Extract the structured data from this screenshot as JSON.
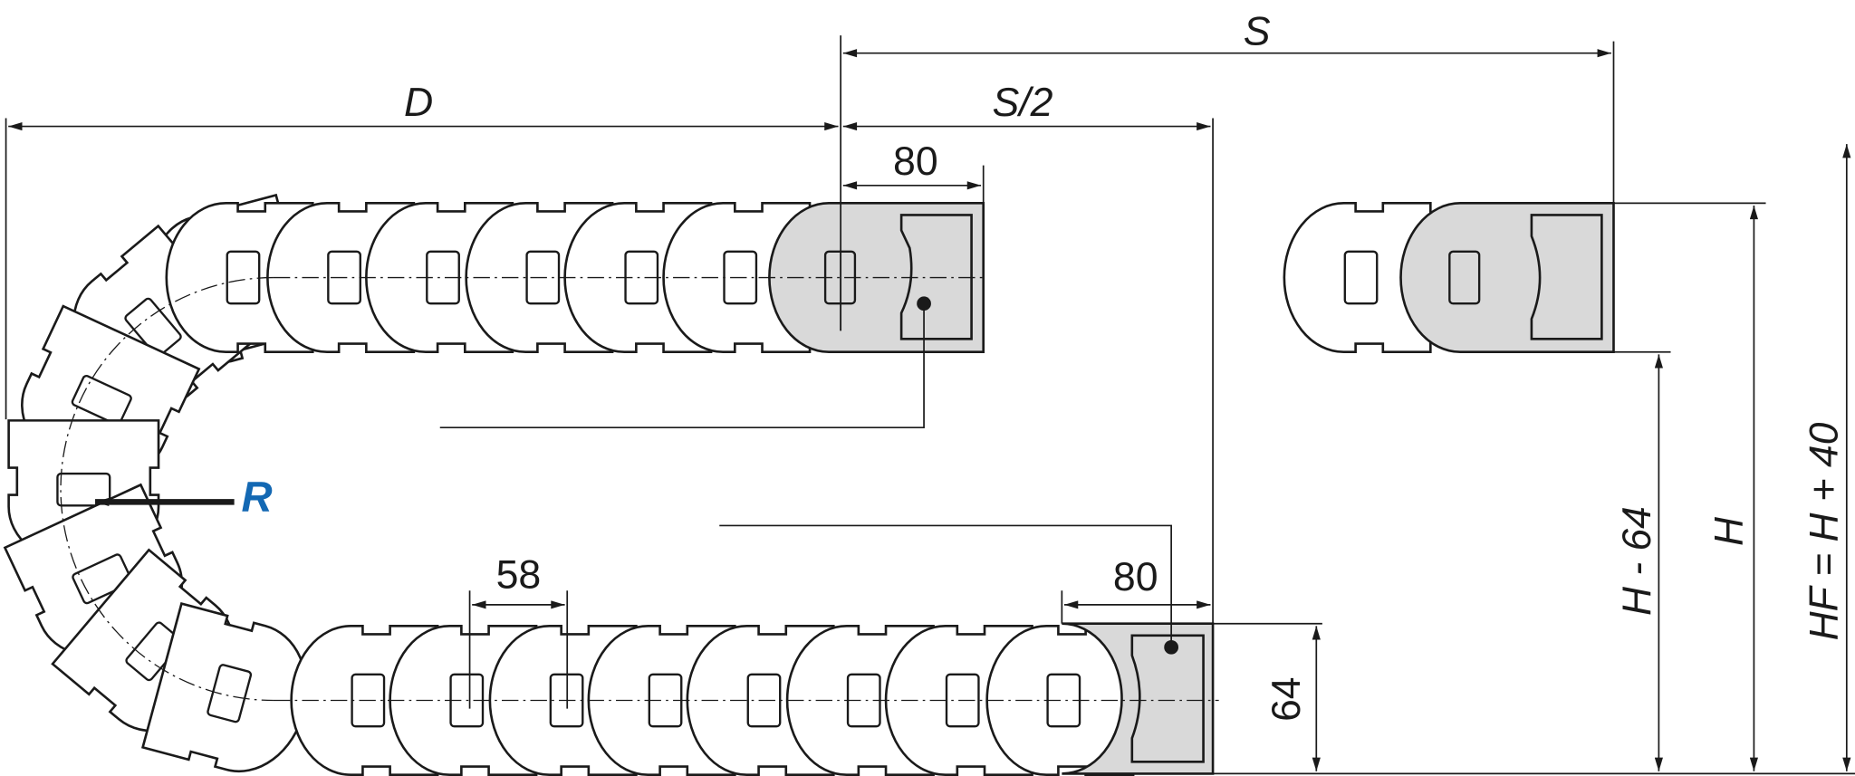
{
  "labels": {
    "S": "S",
    "D": "D",
    "S_half": "S/2",
    "bracket_top": "80",
    "bracket_bottom": "80",
    "pitch": "58",
    "height_64": "64",
    "H_minus_64": "H - 64",
    "H": "H",
    "HF": "HF = H + 40",
    "R": "R"
  },
  "colors": {
    "line": "#1a1a1a",
    "bracket_fill": "#d9d9d9",
    "radius_label": "#1368b3"
  }
}
